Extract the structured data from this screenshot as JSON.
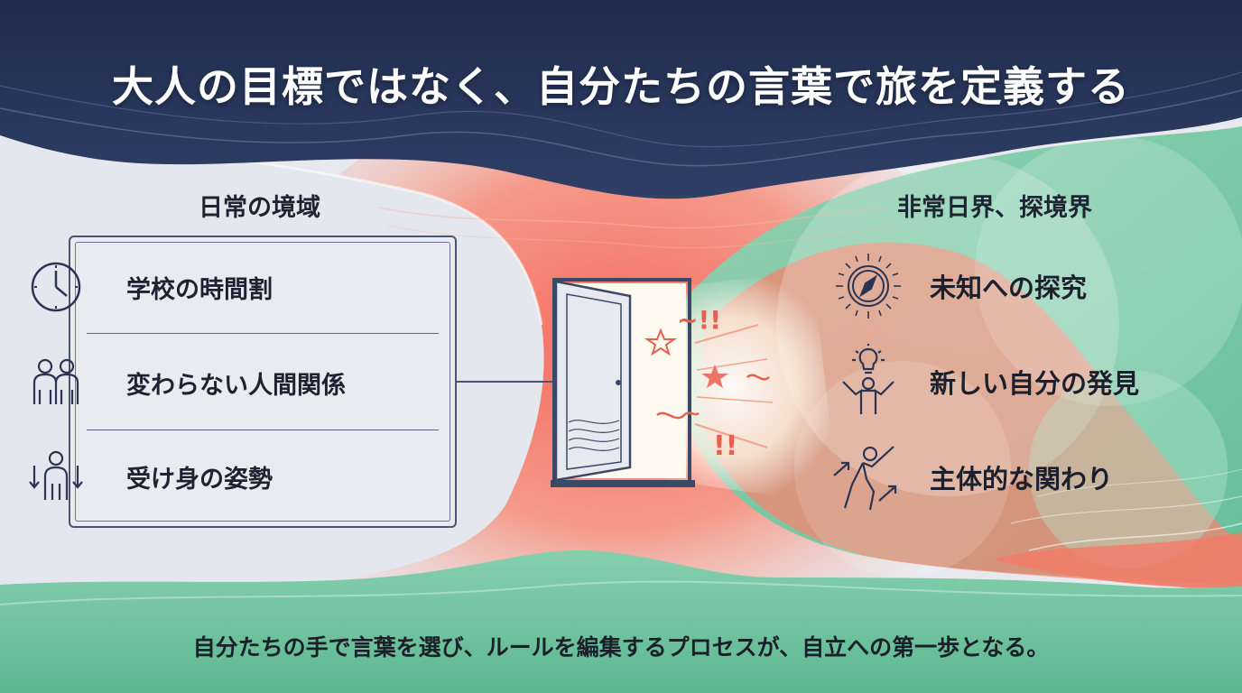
{
  "title": "大人の目標ではなく、自分たちの言葉で旅を定義する",
  "left": {
    "heading": "日常の境域",
    "items": [
      {
        "label": "学校の時間割",
        "icon": "clock-icon"
      },
      {
        "label": "変わらない人間関係",
        "icon": "people-icon"
      },
      {
        "label": "受け身の姿勢",
        "icon": "passive-person-icon"
      }
    ]
  },
  "right": {
    "heading": "非常日界、探境界",
    "items": [
      {
        "label": "未知への探究",
        "icon": "compass-icon"
      },
      {
        "label": "新しい自分の発見",
        "icon": "lightbulb-person-icon"
      },
      {
        "label": "主体的な関わり",
        "icon": "reaching-person-icon"
      }
    ]
  },
  "door_marks": {
    "exclaim_top": "~!!",
    "exclaim_bottom": "!!"
  },
  "footer": "自分たちの手で言葉を選び、ルールを編集するプロセスが、自立への第一歩となる。",
  "colors": {
    "navy": "#253458",
    "coral": "#f07d6f",
    "green": "#6cc39c",
    "light": "#e7e9ef"
  }
}
